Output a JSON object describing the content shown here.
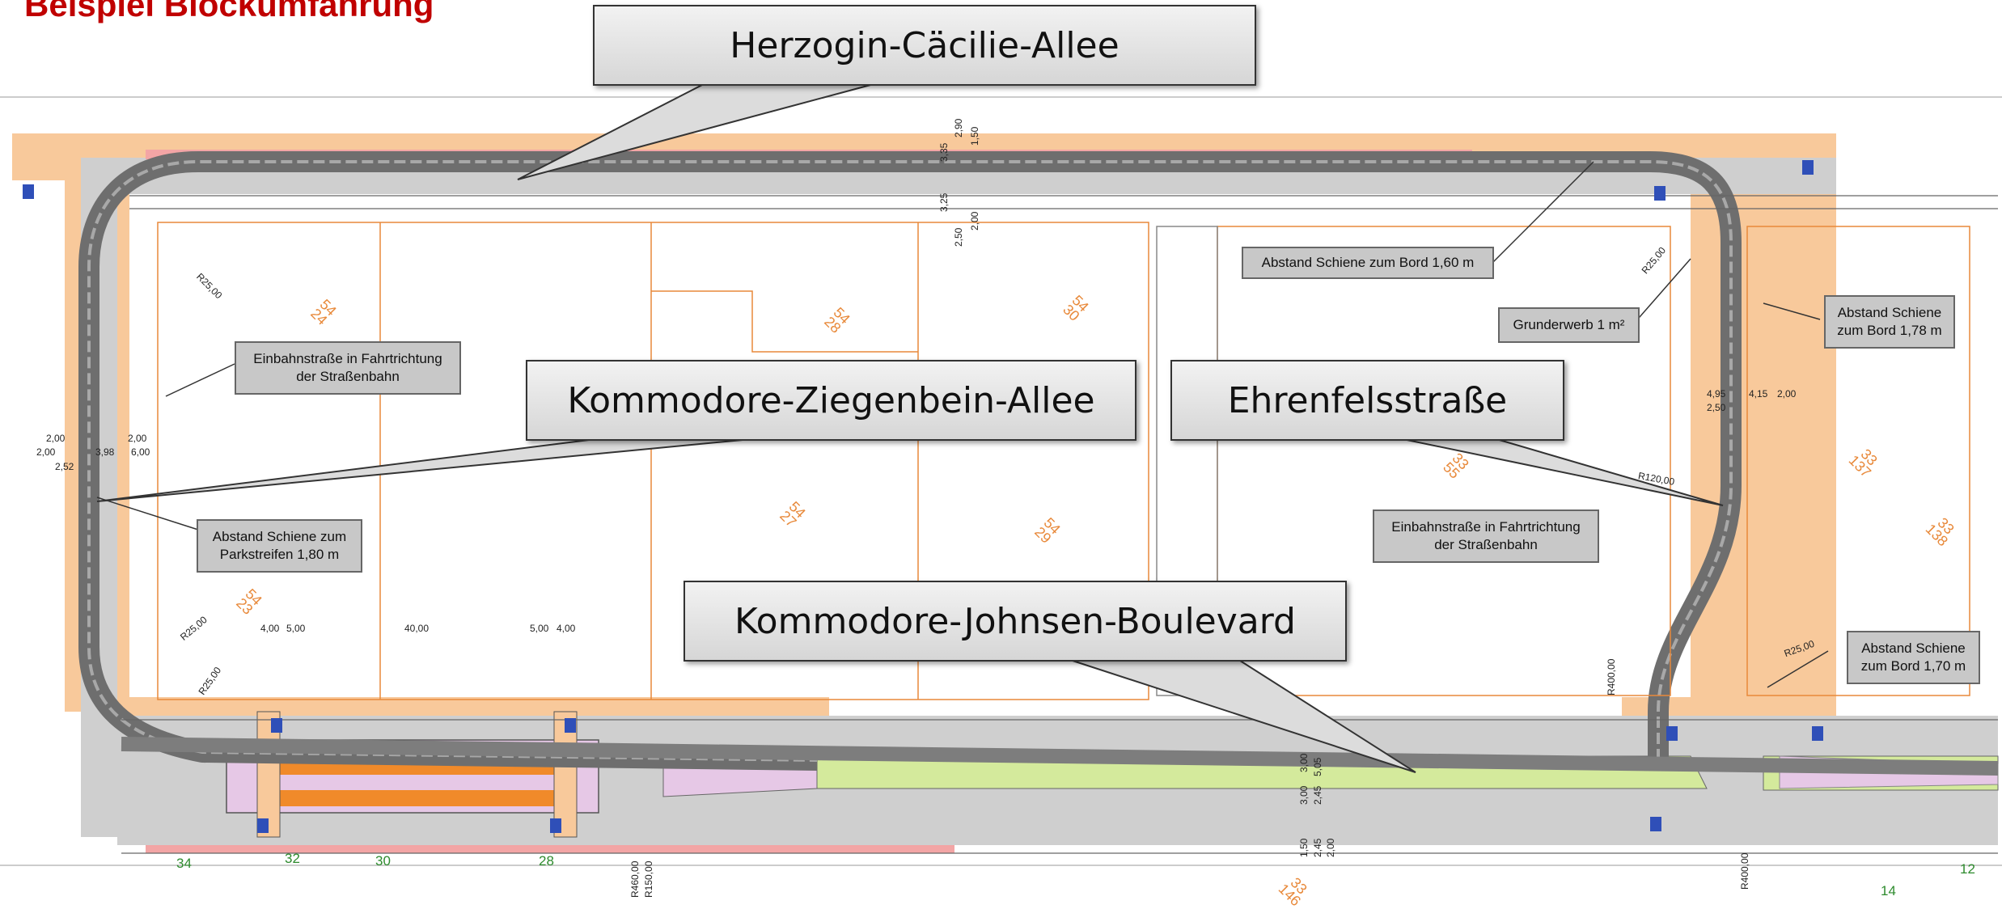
{
  "page_title": "Beispiel Blockumfahrung",
  "callouts": {
    "north": "Herzogin-Cäcilie-Allee",
    "west": "Kommodore-Ziegenbein-Allee",
    "east": "Ehrenfelsstraße",
    "south": "Kommodore-Johnsen-Boulevard"
  },
  "notes": {
    "oneway_west": "Einbahnstraße in Fahrtrichtung der Straßenbahn",
    "parking_distance": "Abstand Schiene zum Parkstreifen 1,80 m",
    "curb_160": "Abstand Schiene zum Bord 1,60 m",
    "land": "Grunderwerb 1 m²",
    "curb_178": "Abstand Schiene zum Bord 1,78 m",
    "oneway_east": "Einbahnstraße in Fahrtrichtung der Straßenbahn",
    "curb_170": "Abstand Schiene zum Bord 1,70 m"
  },
  "house_numbers": {
    "h1": "54\n24",
    "h2": "54\n28",
    "h3": "54\n30",
    "h4": "54\n27",
    "h5": "54\n29",
    "h6": "54\n23",
    "h7": "33\n55",
    "h8": "33\n137",
    "h9": "33\n138",
    "h10": "33\n146"
  },
  "dimensions": {
    "d1": "2,00",
    "d2": "2,00",
    "d3": "2,52",
    "d4": "3,98",
    "d5": "2,00",
    "d6": "6,00",
    "d7": "4,00",
    "d8": "5,00",
    "d9": "40,00",
    "d10": "5,00",
    "d11": "4,00",
    "d12": "3,35",
    "d13": "2,90",
    "d14": "1,50",
    "d15": "3,25",
    "d16": "2,50",
    "d17": "2,00",
    "d18": "4,95",
    "d19": "4,15",
    "d20": "2,00",
    "d21": "2,50",
    "r1": "R25,00",
    "r2": "R25,00",
    "r3": "R25,00",
    "r4": "R25,00",
    "r5": "R25,00",
    "r6": "R120,00",
    "r7": "R400,00",
    "r8": "R400,00",
    "r9": "R460,00",
    "r10": "R150,00",
    "s1": "3,00",
    "s2": "3,00",
    "s3": "5,05",
    "s4": "2,45",
    "s5": "1,50",
    "s6": "2,45",
    "s7": "2,00"
  },
  "km_markers": [
    "34",
    "32",
    "30",
    "28",
    "14",
    "12"
  ],
  "colors": {
    "title": "#c00000",
    "road_edge": "#f8c99b",
    "track": "#7d7d7d",
    "platform": "#f08a2a",
    "median": "#d4ea9c",
    "lane": "#e6c8e6",
    "house_no": "#e8893a"
  }
}
